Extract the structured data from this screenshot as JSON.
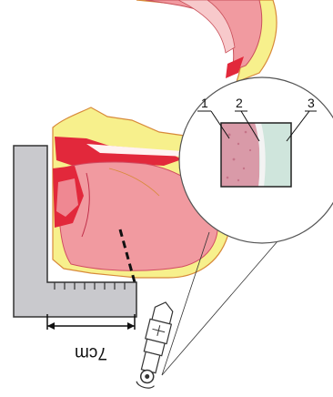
{
  "labels": {
    "layer_1": "1",
    "layer_2": "2",
    "layer_3": "3"
  },
  "scale": {
    "distance_label": "7cm"
  },
  "colors": {
    "tissue_pink": "#f19aa0",
    "tissue_red": "#e2283b",
    "fat_yellow": "#f7f08c",
    "outline_orange": "#d88a3a",
    "ruler_gray": "#c9c9cd",
    "micro_pink": "#d99aa8",
    "micro_green": "#cfe5dc"
  }
}
